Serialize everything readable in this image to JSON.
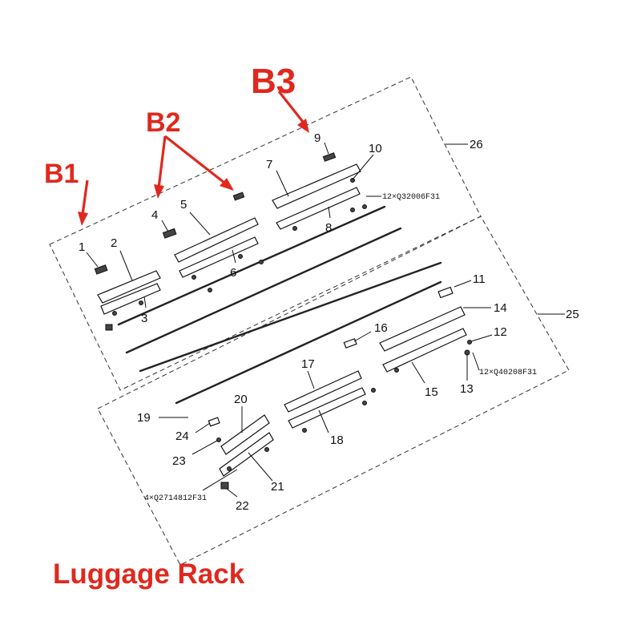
{
  "caption": "Luggage Rack",
  "callouts": {
    "b1": "B1",
    "b2": "B2",
    "b3": "B3"
  },
  "part_numbers": {
    "p1": "1",
    "p2": "2",
    "p3": "3",
    "p4": "4",
    "p5": "5",
    "p6": "6",
    "p7": "7",
    "p8": "8",
    "p9": "9",
    "p10": "10",
    "p11": "11",
    "p12": "12",
    "p13": "13",
    "p14": "14",
    "p15": "15",
    "p16": "16",
    "p17": "17",
    "p18": "18",
    "p19": "19",
    "p20": "20",
    "p21": "21",
    "p22": "22",
    "p23": "23",
    "p24": "24",
    "p25": "25",
    "p26": "26"
  },
  "fastener_notes": {
    "upper": "12×Q32006F31",
    "lower": "12×Q40208F31",
    "left": "4×Q2714812F31"
  },
  "colors": {
    "callout_red": "#e0281e",
    "line_black": "#111111"
  }
}
